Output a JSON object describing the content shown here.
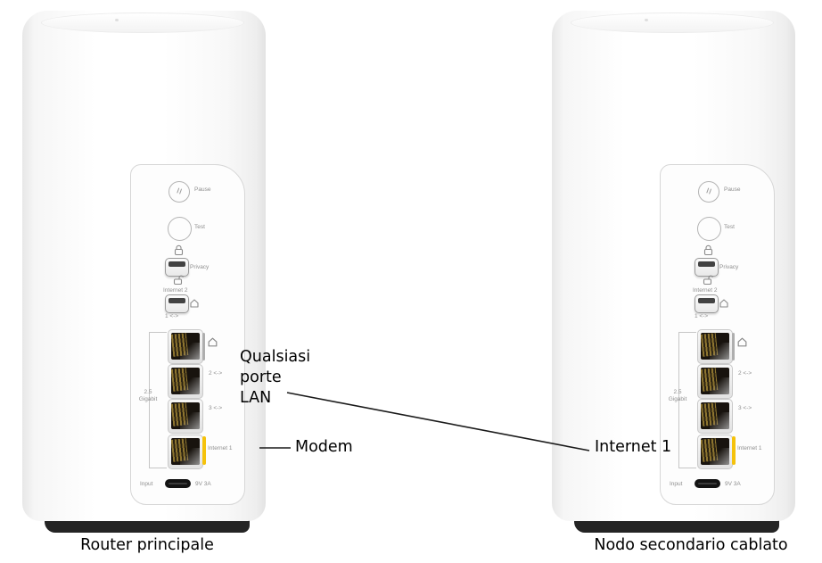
{
  "figure": {
    "left_device_caption": "Router principale",
    "right_device_caption": "Nodo secondario cablato"
  },
  "annotations": {
    "lan_ports_label": "Qualsiasi\nporte\nLAN",
    "modem_label": "Modem",
    "internet1_label": "Internet 1"
  },
  "device_labels": {
    "pause": "Pause",
    "test": "Test",
    "privacy": "Privacy",
    "internet2": "Internet 2",
    "internet2_sub": "1 <->",
    "port_speed": "2.5\nGigabit",
    "port2": "2 <->",
    "port3": "3 <->",
    "internet1_port": "Internet 1",
    "power_input": "Input",
    "power_rating": "9V 3A"
  },
  "colors": {
    "accent_yellow": "#F5C20B",
    "base_dark": "#242424",
    "device_label_gray": "#8F8F8F",
    "annotation_line": "#1A1A1A"
  }
}
